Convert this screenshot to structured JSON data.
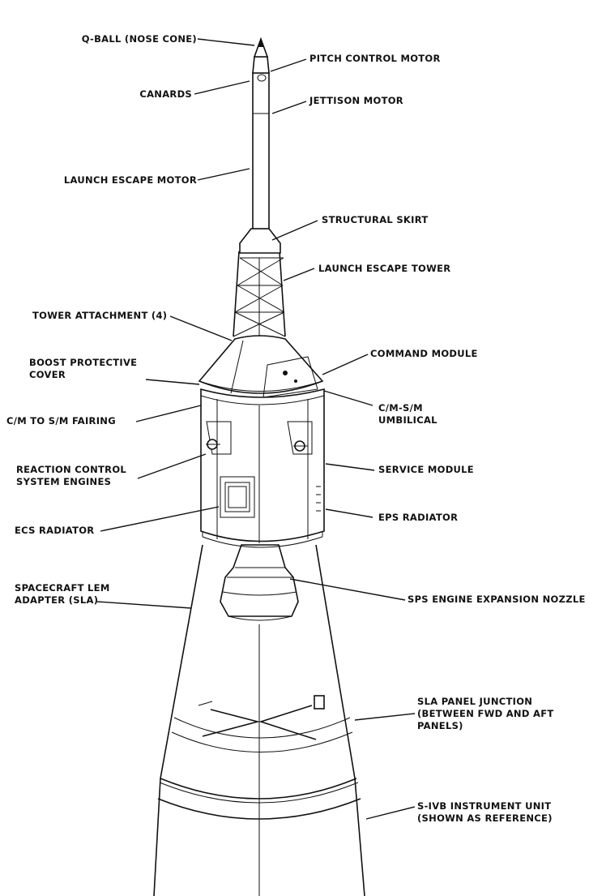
{
  "labels": {
    "q_ball": "Q-BALL (NOSE CONE)",
    "pitch_control_motor": "PITCH CONTROL MOTOR",
    "canards": "CANARDS",
    "jettison_motor": "JETTISON MOTOR",
    "launch_escape_motor": "LAUNCH ESCAPE MOTOR",
    "structural_skirt": "STRUCTURAL SKIRT",
    "launch_escape_tower": "LAUNCH ESCAPE TOWER",
    "tower_attachment": "TOWER ATTACHMENT (4)",
    "boost_protective_cover_1": "BOOST PROTECTIVE",
    "boost_protective_cover_2": "COVER",
    "command_module": "COMMAND MODULE",
    "cm_to_sm_fairing": "C/M TO S/M FAIRING",
    "cm_sm_umbilical_1": "C/M-S/M",
    "cm_sm_umbilical_2": "UMBILICAL",
    "rcs_engines_1": "REACTION CONTROL",
    "rcs_engines_2": "SYSTEM ENGINES",
    "service_module": "SERVICE MODULE",
    "eps_radiator": "EPS RADIATOR",
    "ecs_radiator": "ECS RADIATOR",
    "sla_1": "SPACECRAFT LEM",
    "sla_2": "ADAPTER (SLA)",
    "sps_nozzle": "SPS ENGINE EXPANSION NOZZLE",
    "sla_panel_junction_1": "SLA PANEL JUNCTION",
    "sla_panel_junction_2": "(BETWEEN FWD AND AFT",
    "sla_panel_junction_3": "PANELS)",
    "instrument_unit_1": "S-IVB INSTRUMENT UNIT",
    "instrument_unit_2": "(SHOWN AS REFERENCE)"
  }
}
